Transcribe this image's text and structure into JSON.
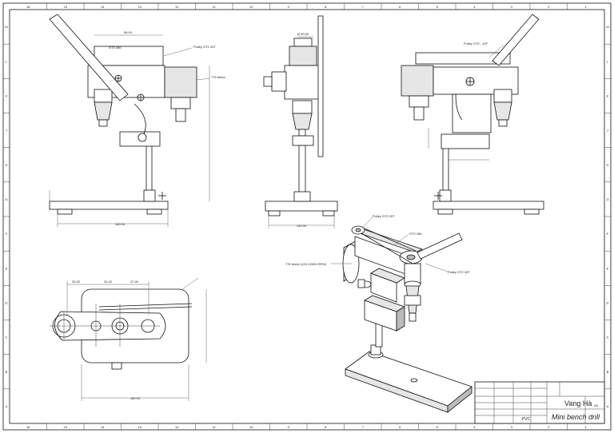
{
  "border": {
    "columns": [
      "16",
      "15",
      "14",
      "13",
      "12",
      "11",
      "10",
      "9",
      "8",
      "7",
      "6",
      "5",
      "4",
      "3",
      "2",
      "1"
    ],
    "rows": [
      "M",
      "L",
      "K",
      "J",
      "H",
      "G",
      "F",
      "E",
      "D",
      "C",
      "B",
      "A"
    ]
  },
  "labels": {
    "front_gt2_280": "GT2 280",
    "front_pulley_20t": "Pulley GT2 20T",
    "front_motor": "775 Motor",
    "side_pulley_40t": "Pulley GT2 - 40T",
    "iso_pulley_20t": "Pulley GT2 20T",
    "iso_gt2_280": "GT2 280",
    "iso_motor": "775 Motor (12V-12000 RPM)",
    "iso_pulley_40t": "Pulley GT2 40T"
  },
  "dimensions": {
    "front_width": "96.00",
    "front_base": "180.00",
    "side_base": "130.00",
    "side_top": "Ø 40.00",
    "top_len": "180.00",
    "top_d1": "33.00",
    "top_d2": "31.00",
    "top_d3": "27.00"
  },
  "title_block": {
    "author": "Vang Hà",
    "title": "Mini bench drill",
    "material": "PVC",
    "sheet": "A3"
  },
  "colors": {
    "line": "#111111",
    "background": "#ffffff"
  }
}
